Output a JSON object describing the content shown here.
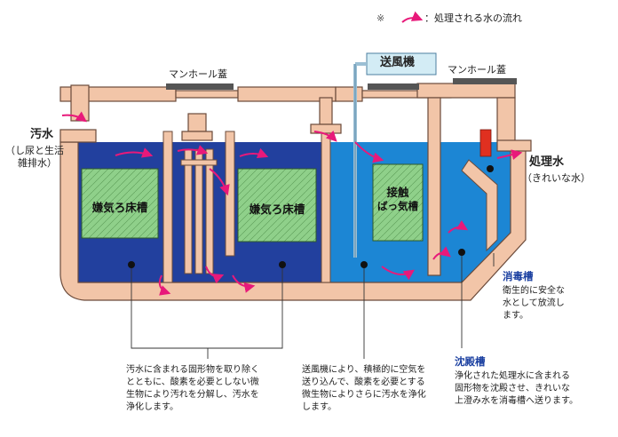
{
  "legend": {
    "mark": "※",
    "text": "：処理される水の流れ"
  },
  "labels": {
    "manhole_left": "マンホール蓋",
    "manhole_right": "マンホール蓋",
    "blower": "送風機",
    "inlet_title": "汚水",
    "inlet_sub1": "（し尿と生活",
    "inlet_sub2": "雑排水）",
    "outlet_title": "処理水",
    "outlet_sub": "（きれいな水）"
  },
  "tanks": {
    "anaerobic1": "嫌気ろ床槽",
    "anaerobic2": "嫌気ろ床槽",
    "contact_line1": "接触",
    "contact_line2": "ばっ気槽"
  },
  "sections": {
    "disinfection": {
      "title": "消毒槽",
      "lines": [
        "衛生的に安全な",
        "水として放流し",
        "ます。"
      ]
    },
    "sedimentation": {
      "title": "沈殿槽",
      "lines": [
        "浄化された処理水に含まれる",
        "固形物を沈殿させ、きれいな",
        "上澄み水を消毒槽へ送ります。"
      ]
    },
    "anaerobic_desc": {
      "lines": [
        "汚水に含まれる固形物を取り除く",
        "とともに、酸素を必要としない微",
        "生物により汚れを分解し、汚水を",
        "浄化します。"
      ]
    },
    "aeration_desc": {
      "lines": [
        "送風機により、積極的に空気を",
        "送り込んで、酸素を必要とする",
        "微生物によりさらに汚水を浄化",
        "します。"
      ]
    }
  },
  "colors": {
    "concrete": "#f2c5a8",
    "concrete_edge": "#6b4a3a",
    "water_dark": "#1f3a9e",
    "water_light": "#1e8fd8",
    "media": "#8fd08a",
    "arrow": "#e8197a",
    "blower": "#d3ecf5",
    "chlorine": "#e03020"
  }
}
